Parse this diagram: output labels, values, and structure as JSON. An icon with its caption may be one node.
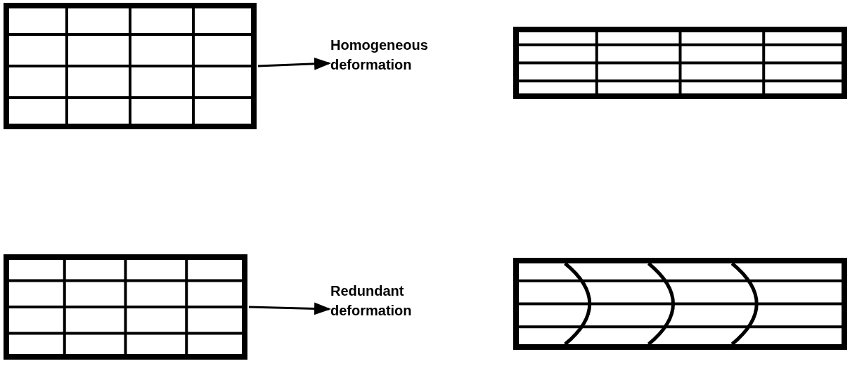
{
  "diagram": {
    "nodes": [
      {
        "text": [],
        "shape": "box"
      },
      {
        "text": [
          "Homogeneous deformation"
        ]
      },
      {
        "text": [],
        "shape": "box"
      },
      {
        "text": [],
        "shape": "box"
      },
      {
        "text": [
          "Redundant deformation"
        ]
      },
      {
        "text": [],
        "shape": "box"
      }
    ],
    "edges": [
      {
        "from": 0,
        "to": 1,
        "arrow": "to"
      },
      {
        "from": 3,
        "to": 4,
        "arrow": "to"
      }
    ]
  }
}
